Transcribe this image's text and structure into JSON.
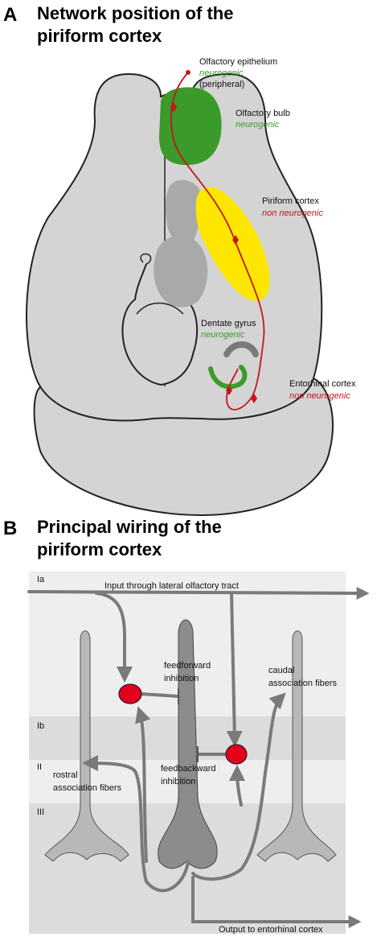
{
  "panel_a": {
    "letter": "A",
    "title_line1": "Network position of the",
    "title_line2": "piriform cortex",
    "labels": {
      "olfactory_epithelium": "Olfactory epithelium",
      "olfactory_epithelium_status": "neurogenic",
      "olfactory_epithelium_note": "(peripheral)",
      "olfactory_bulb": "Olfactory bulb",
      "olfactory_bulb_status": "neurogenic",
      "piriform_cortex": "Piriform cortex",
      "piriform_cortex_status": "non neurogenic",
      "dentate_gyrus": "Dentate gyrus",
      "dentate_gyrus_status": "neurogenic",
      "entorhinal_cortex": "Entorhinal cortex",
      "entorhinal_cortex_status": "non neurogenic"
    },
    "colors": {
      "brain": "#d4d4d4",
      "bulb": "#3a9a2a",
      "piriform": "#ffe600",
      "pathway": "#c4161c",
      "outline": "#222222"
    }
  },
  "panel_b": {
    "letter": "B",
    "title_line1": "Principal wiring of the",
    "title_line2": "piriform cortex",
    "layers": {
      "ia": "Ia",
      "ib": "Ib",
      "ii": "II",
      "iii": "III"
    },
    "input_label": "Input through lateral olfactory tract",
    "feedforward_line1": "feedforward",
    "feedforward_line2": "inhibition",
    "caudal_line1": "caudal",
    "caudal_line2": "association fibers",
    "feedback_line1": "feedbackward",
    "feedback_line2": "inhibition",
    "rostral_line1": "rostral",
    "rostral_line2": "association fibers",
    "output_label": "Output to entorhinal cortex",
    "colors": {
      "layer_light": "#eeeeee",
      "layer_dark": "#dcdcdc",
      "neuron": "#b8b8b8",
      "neuron_center": "#8c8c8c",
      "fiber": "#7a7a7a",
      "interneuron": "#e2001a"
    }
  }
}
